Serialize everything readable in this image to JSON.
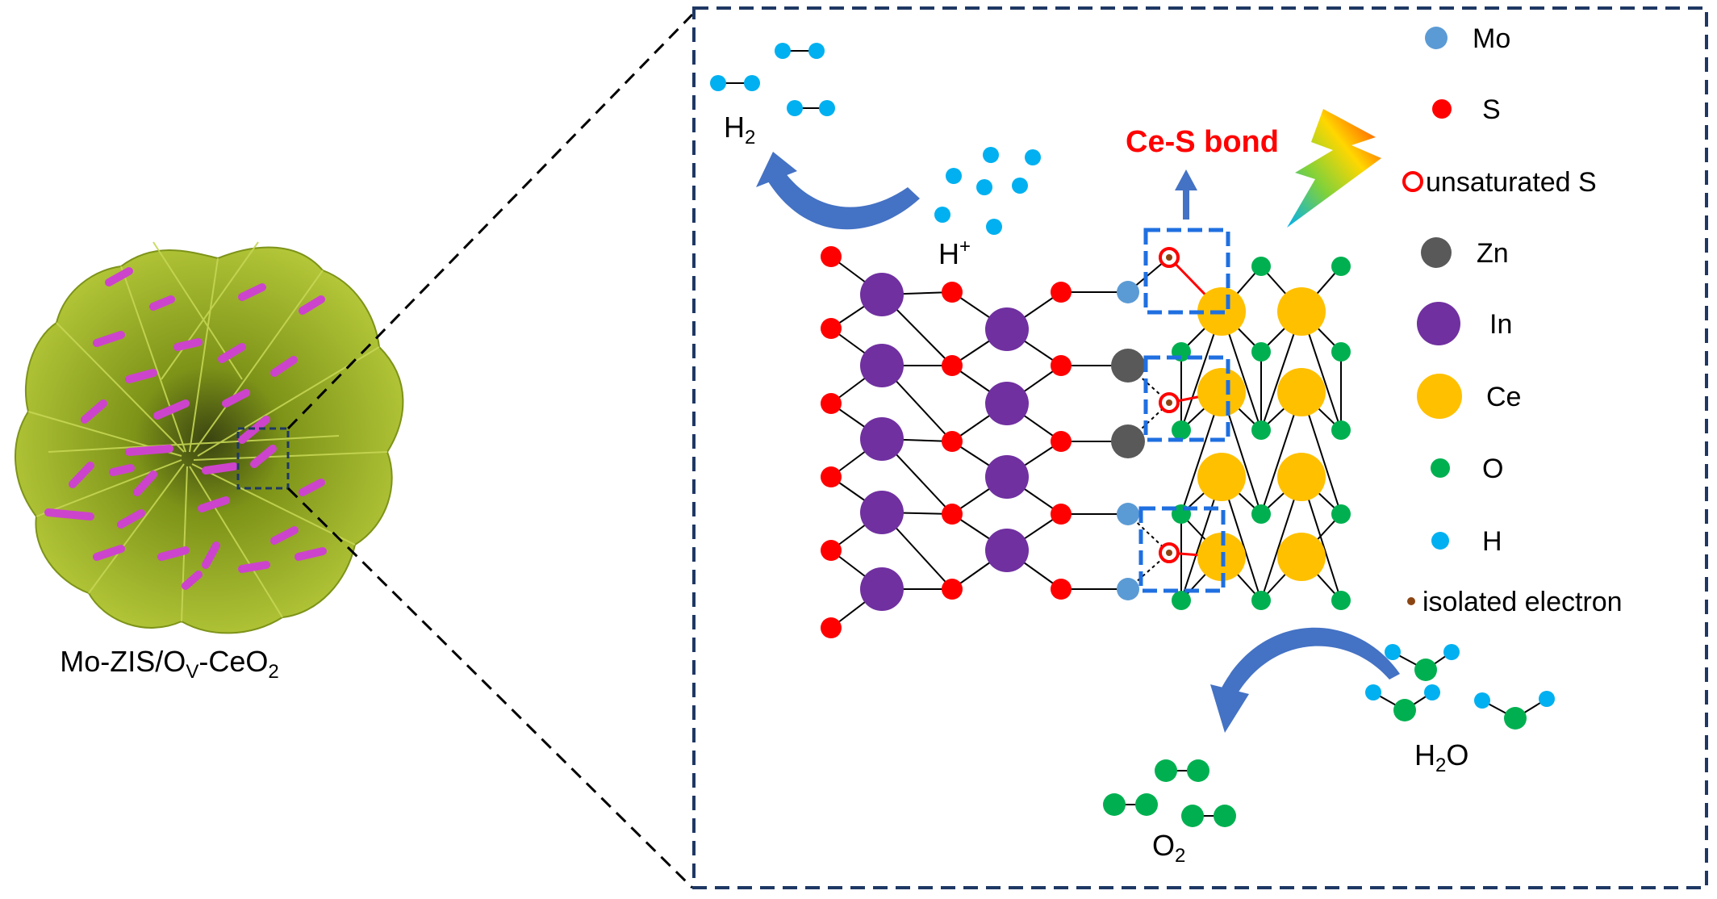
{
  "caption": {
    "prefix": "Mo-ZIS/O",
    "sub1": "V",
    "middle": "-CeO",
    "sub2": "2"
  },
  "legend": [
    {
      "key": "mo",
      "label": "Mo",
      "color": "#5B9BD5",
      "marker": "filled"
    },
    {
      "key": "s",
      "label": "S",
      "color": "#FF0000",
      "marker": "filled"
    },
    {
      "key": "us",
      "label": "unsaturated S",
      "color": "#FF0000",
      "marker": "ring"
    },
    {
      "key": "zn",
      "label": "Zn",
      "color": "#595959",
      "marker": "filled"
    },
    {
      "key": "in",
      "label": "In",
      "color": "#7030A0",
      "marker": "filled"
    },
    {
      "key": "ce",
      "label": "Ce",
      "color": "#FFC000",
      "marker": "filled"
    },
    {
      "key": "o",
      "label": "O",
      "color": "#00B050",
      "marker": "filled"
    },
    {
      "key": "h",
      "label": "H",
      "color": "#00B0F0",
      "marker": "filled"
    },
    {
      "key": "e",
      "label": "isolated electron",
      "color": "#8B4513",
      "marker": "dot"
    }
  ],
  "labels": {
    "ce_s_bond": "Ce-S bond",
    "h2_base": "H",
    "h2_sub": "2",
    "hplus_base": "H",
    "hplus_sup": "+",
    "h2o_base": "H",
    "h2o_sub": "2",
    "h2o_tail": "O",
    "o2_base": "O",
    "o2_sub": "2"
  },
  "colors": {
    "frame": "#1F3864",
    "highlight_box": "#1F6FE0",
    "arrow": "#4472C4",
    "bond": "#000000",
    "ce_s_bond": "#FF0000",
    "flower": "#9BB21E",
    "rod": "#CC44CC"
  }
}
